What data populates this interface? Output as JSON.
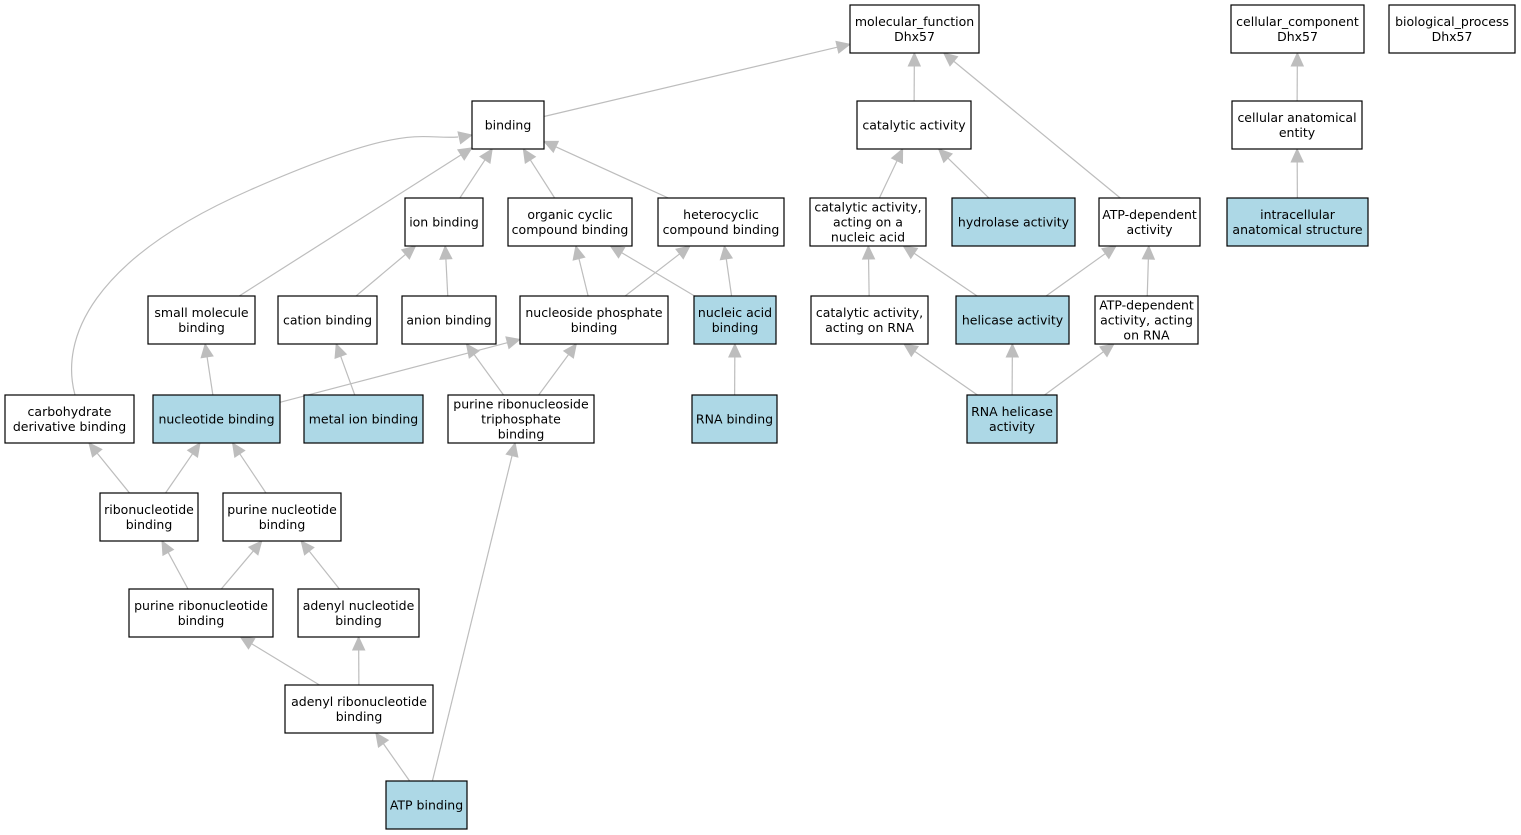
{
  "colors": {
    "highlight": "#add8e6",
    "plain": "#ffffff",
    "edge": "#bdbdbd",
    "border": "#000000"
  },
  "nodes": [
    {
      "id": "mf",
      "lines": [
        "molecular_function",
        "Dhx57"
      ],
      "highlight": false
    },
    {
      "id": "cc",
      "lines": [
        "cellular_component",
        "Dhx57"
      ],
      "highlight": false
    },
    {
      "id": "bp",
      "lines": [
        "biological_process",
        "Dhx57"
      ],
      "highlight": false
    },
    {
      "id": "binding",
      "lines": [
        "binding"
      ],
      "highlight": false
    },
    {
      "id": "catalytic",
      "lines": [
        "catalytic activity"
      ],
      "highlight": false
    },
    {
      "id": "cae",
      "lines": [
        "cellular anatomical",
        "entity"
      ],
      "highlight": false
    },
    {
      "id": "ionb",
      "lines": [
        "ion binding"
      ],
      "highlight": false
    },
    {
      "id": "ocb",
      "lines": [
        "organic cyclic",
        "compound binding"
      ],
      "highlight": false
    },
    {
      "id": "hcb",
      "lines": [
        "heterocyclic",
        "compound binding"
      ],
      "highlight": false
    },
    {
      "id": "canuc",
      "lines": [
        "catalytic activity,",
        "acting on a",
        "nucleic acid"
      ],
      "highlight": false
    },
    {
      "id": "hydro",
      "lines": [
        "hydrolase activity"
      ],
      "highlight": true
    },
    {
      "id": "atpdep",
      "lines": [
        "ATP-dependent",
        "activity"
      ],
      "highlight": false
    },
    {
      "id": "ias",
      "lines": [
        "intracellular",
        "anatomical structure"
      ],
      "highlight": true
    },
    {
      "id": "smb",
      "lines": [
        "small molecule",
        "binding"
      ],
      "highlight": false
    },
    {
      "id": "catb",
      "lines": [
        "cation binding"
      ],
      "highlight": false
    },
    {
      "id": "anb",
      "lines": [
        "anion binding"
      ],
      "highlight": false
    },
    {
      "id": "npb",
      "lines": [
        "nucleoside phosphate",
        "binding"
      ],
      "highlight": false
    },
    {
      "id": "nab",
      "lines": [
        "nucleic acid",
        "binding"
      ],
      "highlight": true
    },
    {
      "id": "carna",
      "lines": [
        "catalytic activity,",
        "acting on RNA"
      ],
      "highlight": false
    },
    {
      "id": "helic",
      "lines": [
        "helicase activity"
      ],
      "highlight": true
    },
    {
      "id": "atprna",
      "lines": [
        "ATP-dependent",
        "activity, acting",
        "on RNA"
      ],
      "highlight": false
    },
    {
      "id": "cdb",
      "lines": [
        "carbohydrate",
        "derivative binding"
      ],
      "highlight": false
    },
    {
      "id": "nucb",
      "lines": [
        "nucleotide binding"
      ],
      "highlight": true
    },
    {
      "id": "mib",
      "lines": [
        "metal ion binding"
      ],
      "highlight": true
    },
    {
      "id": "prtb",
      "lines": [
        "purine ribonucleoside",
        "triphosphate",
        "binding"
      ],
      "highlight": false
    },
    {
      "id": "rnab",
      "lines": [
        "RNA binding"
      ],
      "highlight": true
    },
    {
      "id": "rnahel",
      "lines": [
        "RNA helicase",
        "activity"
      ],
      "highlight": true
    },
    {
      "id": "ribb",
      "lines": [
        "ribonucleotide",
        "binding"
      ],
      "highlight": false
    },
    {
      "id": "pnb",
      "lines": [
        "purine nucleotide",
        "binding"
      ],
      "highlight": false
    },
    {
      "id": "prb",
      "lines": [
        "purine ribonucleotide",
        "binding"
      ],
      "highlight": false
    },
    {
      "id": "anucb",
      "lines": [
        "adenyl nucleotide",
        "binding"
      ],
      "highlight": false
    },
    {
      "id": "arb",
      "lines": [
        "adenyl ribonucleotide",
        "binding"
      ],
      "highlight": false
    },
    {
      "id": "atpb",
      "lines": [
        "ATP binding"
      ],
      "highlight": true
    }
  ],
  "edges": [
    [
      "binding",
      "mf"
    ],
    [
      "catalytic",
      "mf"
    ],
    [
      "atpdep",
      "mf"
    ],
    [
      "cae",
      "cc"
    ],
    [
      "ias",
      "cae"
    ],
    [
      "ionb",
      "binding"
    ],
    [
      "ocb",
      "binding"
    ],
    [
      "hcb",
      "binding"
    ],
    [
      "smb",
      "binding"
    ],
    [
      "cdb",
      "binding"
    ],
    [
      "canuc",
      "catalytic"
    ],
    [
      "hydro",
      "catalytic"
    ],
    [
      "catb",
      "ionb"
    ],
    [
      "anb",
      "ionb"
    ],
    [
      "npb",
      "ocb"
    ],
    [
      "nab",
      "ocb"
    ],
    [
      "npb",
      "hcb"
    ],
    [
      "nab",
      "hcb"
    ],
    [
      "carna",
      "canuc"
    ],
    [
      "helic",
      "canuc"
    ],
    [
      "helic",
      "atpdep"
    ],
    [
      "atprna",
      "atpdep"
    ],
    [
      "nucb",
      "smb"
    ],
    [
      "mib",
      "catb"
    ],
    [
      "nucb",
      "npb"
    ],
    [
      "prtb",
      "npb"
    ],
    [
      "prtb",
      "anb"
    ],
    [
      "rnab",
      "nab"
    ],
    [
      "rnahel",
      "carna"
    ],
    [
      "rnahel",
      "helic"
    ],
    [
      "rnahel",
      "atprna"
    ],
    [
      "ribb",
      "cdb"
    ],
    [
      "ribb",
      "nucb"
    ],
    [
      "pnb",
      "nucb"
    ],
    [
      "prb",
      "ribb"
    ],
    [
      "prb",
      "pnb"
    ],
    [
      "anucb",
      "pnb"
    ],
    [
      "arb",
      "prb"
    ],
    [
      "arb",
      "anucb"
    ],
    [
      "atpb",
      "arb"
    ],
    [
      "atpb",
      "prtb"
    ]
  ]
}
